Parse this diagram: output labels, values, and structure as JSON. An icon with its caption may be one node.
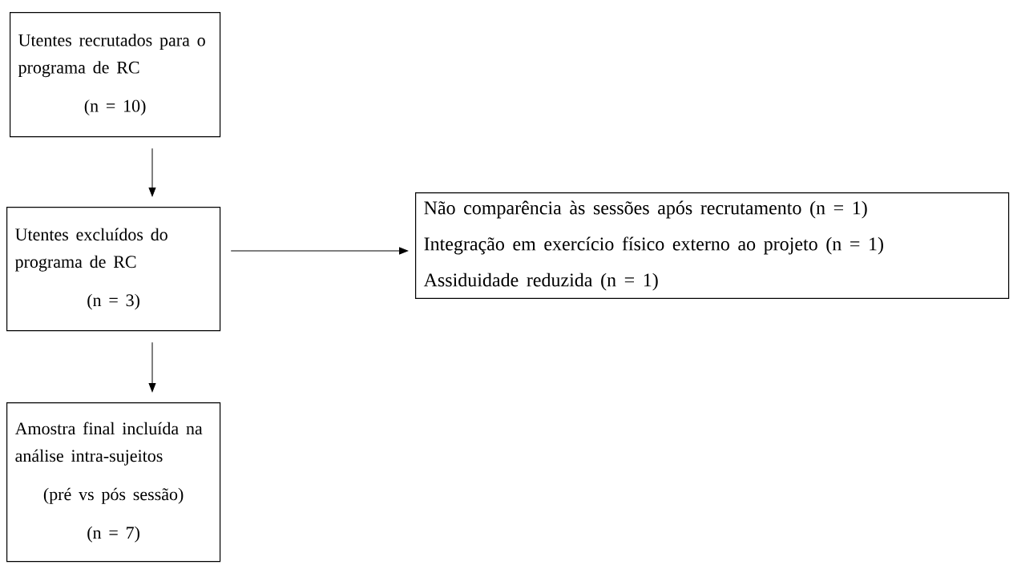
{
  "diagram": {
    "nodes": [
      {
        "text": [
          "Utentes recrutados para o programa de RC",
          "(n = 10)"
        ]
      },
      {
        "text": [
          "Utentes excluídos do programa de RC",
          "(n = 3)"
        ]
      },
      {
        "text": [
          "Não comparência às sessões após recrutamento (n = 1)",
          "Integração em exercício físico externo ao projeto (n = 1)",
          "Assiduidade reduzida (n = 1)"
        ]
      },
      {
        "text": [
          "Amostra final incluída na análise intra-sujeitos",
          "(pré vs pós sessão)",
          "(n = 7)"
        ]
      }
    ],
    "edges": [
      {
        "from": 0,
        "to": 1,
        "arrow": "to"
      },
      {
        "from": 1,
        "to": 2,
        "arrow": "to"
      },
      {
        "from": 1,
        "to": 3,
        "arrow": "to"
      }
    ]
  }
}
